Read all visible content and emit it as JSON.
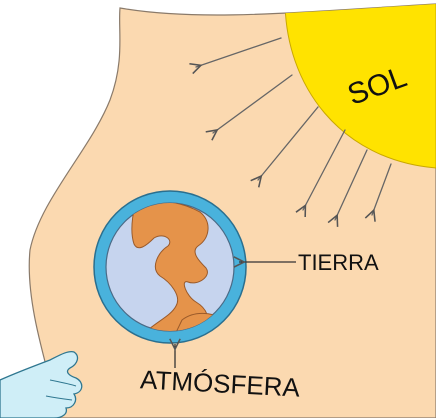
{
  "labels": {
    "sun": "SOL",
    "earth": "TIERRA",
    "atmosphere": "ATMÓSFERA"
  },
  "colors": {
    "paper": "#fbd9b0",
    "paper_outline": "#8a7a6a",
    "sun": "#ffe300",
    "atmosphere_ring": "#49b2dc",
    "earth_disc": "#c6d4ee",
    "land": "#e5934a",
    "hand": "#cfeef7"
  },
  "icons": {
    "sun": "sun-icon",
    "earth": "earth-icon",
    "hand": "hand-icon",
    "rays": "sun-ray-arrows"
  }
}
